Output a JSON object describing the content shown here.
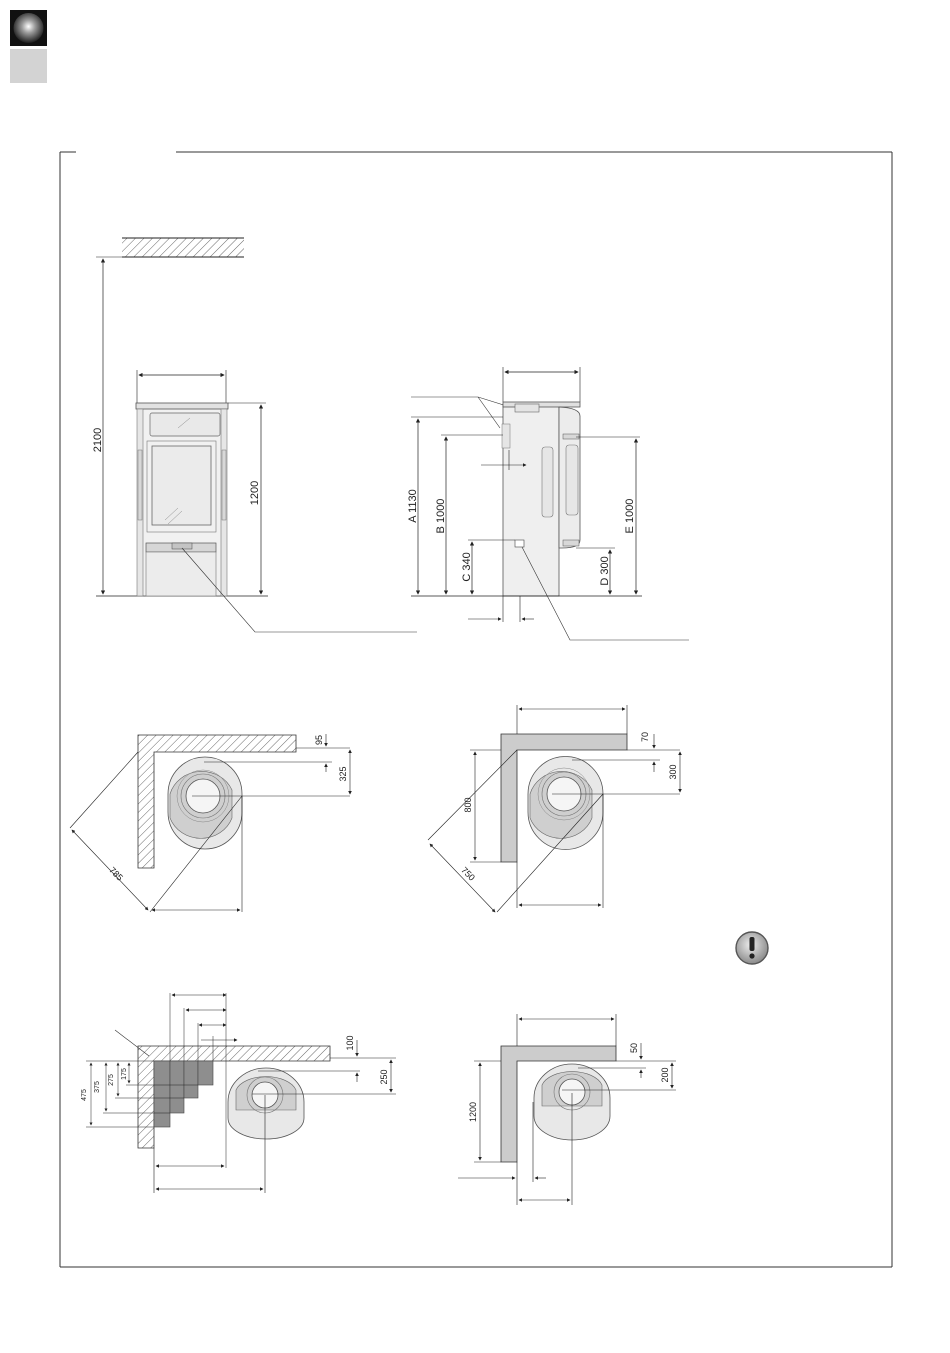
{
  "front_view": {
    "ceiling_distance": "2100",
    "height": "1200"
  },
  "side_view": {
    "dim_a": "A 1130",
    "dim_b": "B 1000",
    "dim_c": "C 340",
    "dim_d": "D 300",
    "dim_e": "E 1000"
  },
  "corner_combustible": {
    "wall_offset": "95",
    "stove_offset": "325",
    "diagonal": "785"
  },
  "corner_noncombustible": {
    "wall_offset": "70",
    "stove_offset": "300",
    "wall_length": "800",
    "diagonal": "750"
  },
  "stepped_wall": {
    "wall_offset": "100",
    "stove_offset": "250",
    "step_labels": [
      "475",
      "375",
      "275",
      "175"
    ]
  },
  "parallel_wall": {
    "wall_offset": "50",
    "stove_offset": "200",
    "wall_length": "1200"
  },
  "notice_icon": "exclamation-icon"
}
